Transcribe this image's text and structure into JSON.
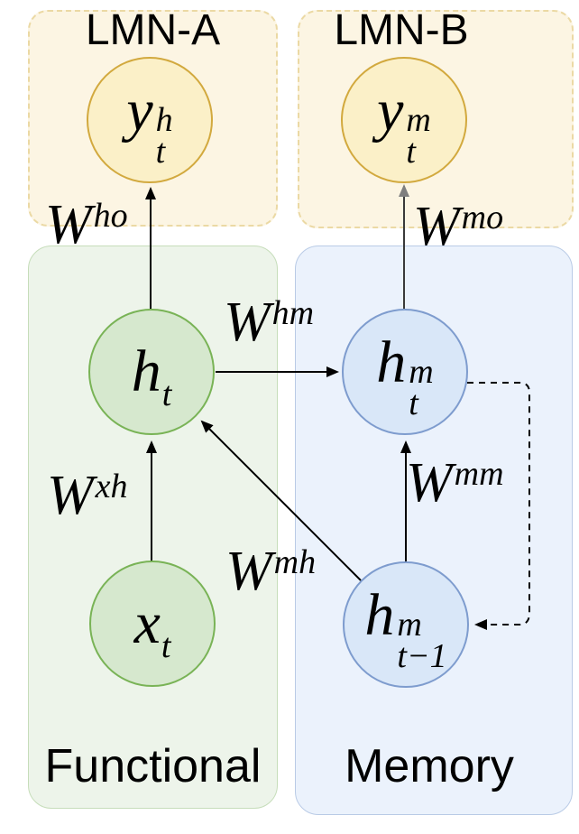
{
  "diagram": {
    "containers": {
      "lmn_a": {
        "label": "LMN-A"
      },
      "lmn_b": {
        "label": "LMN-B"
      },
      "functional": {
        "label": "Functional"
      },
      "memory": {
        "label": "Memory"
      }
    },
    "nodes": {
      "y_h": {
        "main": "y",
        "sup": "h",
        "sub": "t"
      },
      "y_m": {
        "main": "y",
        "sup": "m",
        "sub": "t"
      },
      "h_t": {
        "main": "h",
        "sub": "t"
      },
      "h_m_t": {
        "main": "h",
        "sup": "m",
        "sub": "t"
      },
      "x_t": {
        "main": "x",
        "sub": "t"
      },
      "h_m_prev": {
        "main": "h",
        "sup": "m",
        "sub": "t−1"
      }
    },
    "weights": {
      "who": {
        "base": "W",
        "sup": "ho"
      },
      "wmo": {
        "base": "W",
        "sup": "mo"
      },
      "whm": {
        "base": "W",
        "sup": "hm"
      },
      "wxh": {
        "base": "W",
        "sup": "xh"
      },
      "wmh": {
        "base": "W",
        "sup": "mh"
      },
      "wmm": {
        "base": "W",
        "sup": "mm"
      }
    },
    "colors": {
      "lmn_fill": "#FCF5E3",
      "lmn_border": "#EBD9A4",
      "functional_fill": "#EDF4EA",
      "functional_border": "#C6DDBA",
      "memory_fill": "#EBF2FC",
      "memory_border": "#B9CBE6",
      "node_yellow_fill": "#FBF0C8",
      "node_yellow_border": "#D2A93E",
      "node_green_fill": "#D6E8CE",
      "node_green_border": "#79B356",
      "node_blue_fill": "#D9E7F8",
      "node_blue_border": "#7E9CCE",
      "arrow": "#000000",
      "arrow_gray_head": "#7F7F7F"
    }
  }
}
